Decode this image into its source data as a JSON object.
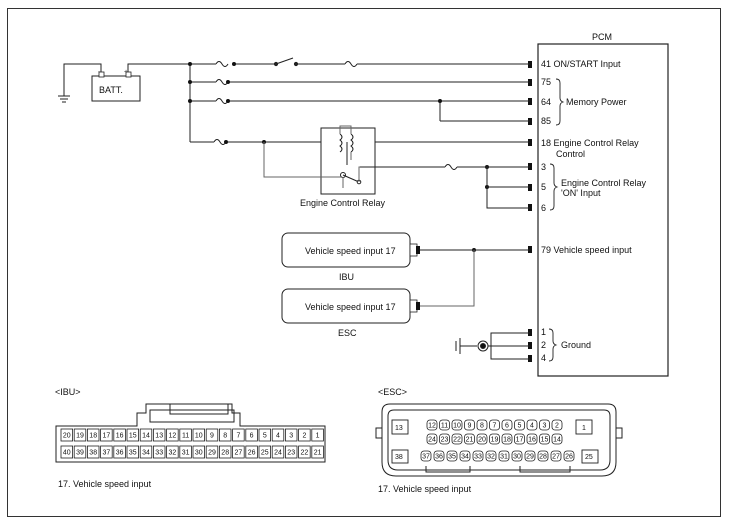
{
  "pcm": {
    "title": "PCM",
    "on_start": {
      "pin": "41",
      "label": "ON/START Input"
    },
    "memory_power": {
      "pins": [
        "75",
        "64",
        "85"
      ],
      "label": "Memory Power"
    },
    "relay_control": {
      "pin": "18",
      "label_line1": "Engine Control Relay",
      "label_line2": "Control"
    },
    "relay_on": {
      "pins": [
        "3",
        "5",
        "6"
      ],
      "label_line1": "Engine Control Relay",
      "label_line2": "'ON' Input"
    },
    "vehicle_speed": {
      "pin": "79",
      "label": "Vehicle speed input"
    },
    "ground": {
      "pins": [
        "1",
        "2",
        "4"
      ],
      "label": "Ground"
    }
  },
  "battery": {
    "label": "BATT."
  },
  "relay": {
    "label": "Engine Control Relay"
  },
  "ibu_module": {
    "text": "Vehicle speed input 17",
    "name": "IBU"
  },
  "esc_module": {
    "text": "Vehicle speed input 17",
    "name": "ESC"
  },
  "ibu_connector": {
    "title": "<IBU>",
    "top_row": [
      "20",
      "19",
      "18",
      "17",
      "16",
      "15",
      "14",
      "13",
      "12",
      "11",
      "10",
      "9",
      "8",
      "7",
      "6",
      "5",
      "4",
      "3",
      "2",
      "1"
    ],
    "bottom_row": [
      "40",
      "39",
      "38",
      "37",
      "36",
      "35",
      "34",
      "33",
      "32",
      "31",
      "30",
      "29",
      "28",
      "27",
      "26",
      "25",
      "24",
      "23",
      "22",
      "21"
    ],
    "caption": "17. Vehicle speed input"
  },
  "esc_connector": {
    "title": "<ESC>",
    "big_left": "13",
    "big_right": "1",
    "top_row": [
      "12",
      "11",
      "10",
      "9",
      "8",
      "7",
      "6",
      "5",
      "4",
      "3",
      "2"
    ],
    "middle_row": [
      "24",
      "23",
      "22",
      "21",
      "20",
      "19",
      "18",
      "17",
      "16",
      "15",
      "14"
    ],
    "bottom_left": "38",
    "bottom_row": [
      "37",
      "36",
      "35",
      "34",
      "33",
      "32",
      "31",
      "30",
      "29",
      "28",
      "27",
      "26"
    ],
    "bottom_right": "25",
    "caption": "17. Vehicle speed input"
  },
  "colors": {
    "line": "#222222",
    "grey_line": "#666666",
    "pin_fill": "#111111"
  }
}
